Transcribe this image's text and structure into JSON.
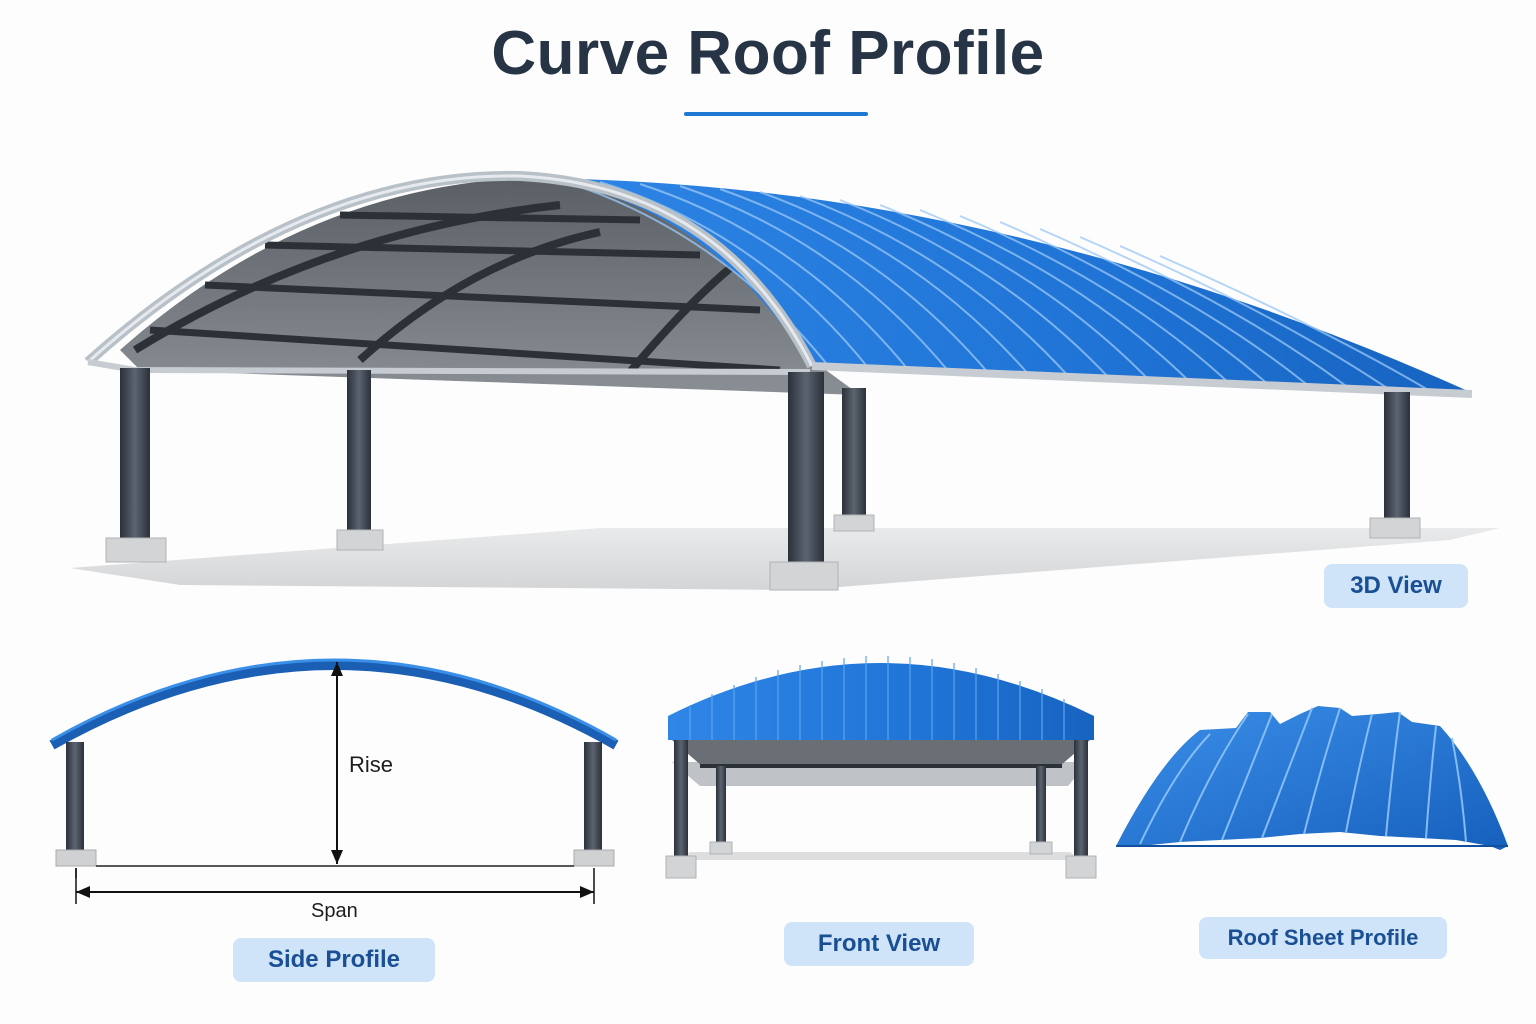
{
  "page": {
    "title": "Curve Roof Profile"
  },
  "views": {
    "three_d": {
      "label": "3D View"
    },
    "side": {
      "label": "Side Profile",
      "rise_label": "Rise",
      "span_label": "Span"
    },
    "front": {
      "label": "Front View"
    },
    "sheet": {
      "label": "Roof Sheet Profile"
    }
  },
  "colors": {
    "roof_blue": "#1f74d6",
    "roof_dark": "#1257a8",
    "steel": "#3b4350",
    "title_text": "#263445",
    "accent_line": "#1e78d4",
    "badge_bg": "#cfe4f8",
    "badge_text": "#1a4f94"
  }
}
